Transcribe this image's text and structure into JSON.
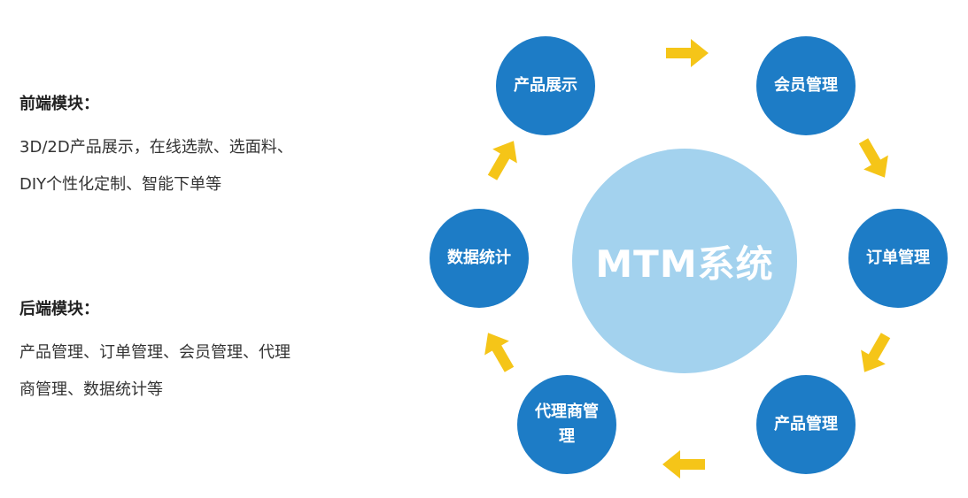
{
  "front_module": {
    "heading": "前端模块：",
    "lines": [
      "3D/2D产品展示，在线选款、选面料、",
      "DIY个性化定制、智能下单等"
    ]
  },
  "back_module": {
    "heading": "后端模块：",
    "lines": [
      "产品管理、订单管理、会员管理、代理",
      "商管理、数据统计等"
    ]
  },
  "diagram": {
    "center_label": "MTM系统",
    "nodes": [
      {
        "label": "产品展示"
      },
      {
        "label": "会员管理"
      },
      {
        "label": "订单管理"
      },
      {
        "label": "产品管理"
      },
      {
        "label": "代理商管理"
      },
      {
        "label": "数据统计"
      }
    ],
    "colors": {
      "node_fill": "#1d7cc6",
      "center_fill": "#a3d2ee",
      "arrow_fill": "#f5c518"
    }
  }
}
